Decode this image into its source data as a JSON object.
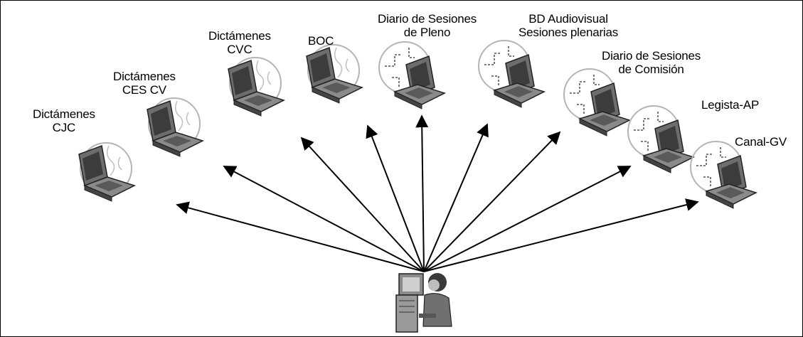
{
  "labels": [
    {
      "id": "cjc",
      "lines": [
        "Dictámenes",
        "CJC"
      ]
    },
    {
      "id": "cescv",
      "lines": [
        "Dictámenes",
        "CES CV"
      ]
    },
    {
      "id": "cvc",
      "lines": [
        "Dictámenes",
        "CVC"
      ]
    },
    {
      "id": "boc",
      "lines": [
        "BOC"
      ]
    },
    {
      "id": "dspleno",
      "lines": [
        "Diario de Sesiones",
        "de Pleno"
      ]
    },
    {
      "id": "bdav",
      "lines": [
        "BD Audiovisual",
        "Sesiones plenarias"
      ]
    },
    {
      "id": "dscomision",
      "lines": [
        "Diario de Sesiones",
        "de Comisión"
      ]
    },
    {
      "id": "legista",
      "lines": [
        "Legista-AP"
      ]
    },
    {
      "id": "canalgv",
      "lines": [
        "Canal-GV"
      ]
    }
  ],
  "colors": {
    "border": "#000000",
    "laptop_body": "#7a7a7a",
    "laptop_screen": "#4a4a4a",
    "globe": "#c8c8c8"
  },
  "icons": {
    "node": "laptop-globe-icon",
    "source": "user-at-computer-icon"
  }
}
